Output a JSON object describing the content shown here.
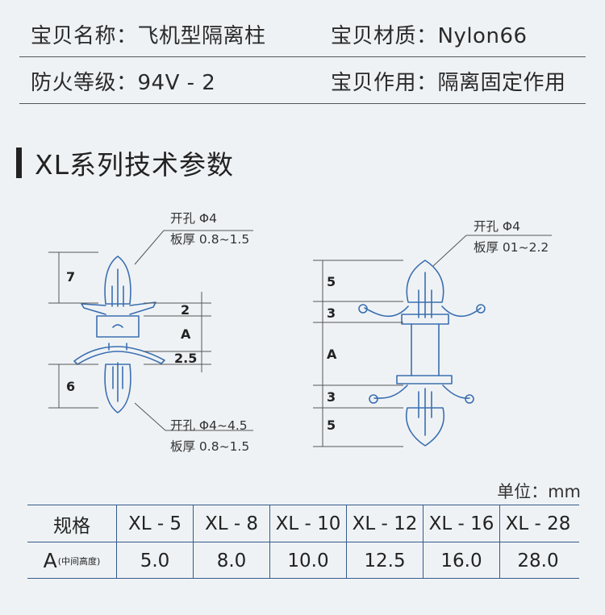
{
  "product_info": {
    "rows": [
      {
        "left": "宝贝名称：飞机型隔离柱",
        "right": "宝贝材质：Nylon66"
      },
      {
        "left": "防火等级：94V - 2",
        "right": "宝贝作用：隔离固定作用"
      }
    ]
  },
  "section": {
    "title": "XL系列技术参数"
  },
  "drawing": {
    "left": {
      "callout_top": [
        "开孔 Φ4",
        "板厚 0.8~1.5"
      ],
      "callout_bottom": [
        "开孔 Φ4~4.5",
        "板厚 0.8~1.5"
      ],
      "dims": [
        "7",
        "2",
        "A",
        "2.5",
        "6"
      ]
    },
    "right": {
      "callout_top": [
        "开孔 Φ4",
        "板厚 01~2.2"
      ],
      "dims": [
        "5",
        "3",
        "A",
        "3",
        "5"
      ]
    },
    "line_color": "#3a6fb0"
  },
  "table": {
    "unit": "单位：mm",
    "header_label": "规格",
    "columns": [
      "XL - 5",
      "XL - 8",
      "XL - 10",
      "XL - 12",
      "XL - 16",
      "XL - 28"
    ],
    "row_label_main": "A",
    "row_label_sub": "(中间高度)",
    "values": [
      "5.0",
      "8.0",
      "10.0",
      "12.5",
      "16.0",
      "28.0"
    ],
    "border_color": "#355b8c"
  }
}
